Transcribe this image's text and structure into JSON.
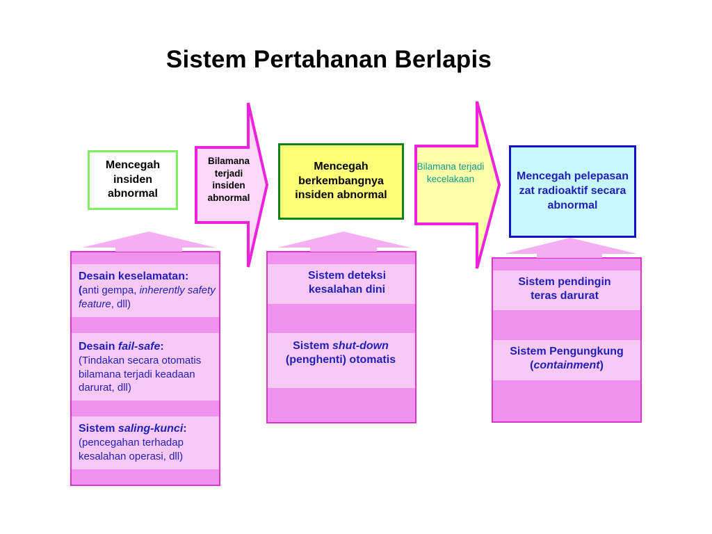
{
  "title": "Sistem Pertahanan Berlapis",
  "boxes": {
    "box1": "Mencegah insiden abnormal",
    "box2": "Mencegah berkembangnya insiden abnormal",
    "box3": "Mencegah pelepasan zat radioaktif secara abnormal"
  },
  "arrows": {
    "arrow1": "Bilamana terjadi insiden abnormal",
    "arrow2": "Bilamana terjadi kecelakaan"
  },
  "col1": {
    "item1_head": "Desain keselamatan:",
    "item1_open": "(",
    "item1_a": "anti gempa, ",
    "item1_b": "inherently safety feature",
    "item1_c": ", dll)",
    "item2_head_a": "Desain ",
    "item2_head_b": "fail-safe",
    "item2_head_c": ":",
    "item2_desc": "(Tindakan secara otomatis bilamana terjadi keadaan darurat, dll)",
    "item3_head_a": "Sistem ",
    "item3_head_b": "saling-kunci",
    "item3_head_c": ":",
    "item3_desc": "(pencegahan terhadap kesalahan operasi, dll)"
  },
  "col2": {
    "item1": "Sistem deteksi kesalahan dini",
    "item2_a": "Sistem ",
    "item2_b": "shut-down",
    "item2_c": "(penghenti) otomatis"
  },
  "col3": {
    "item1": "Sistem pendingin teras darurat",
    "item2_a": "Sistem Pengungkung",
    "item2_b": "(",
    "item2_c": "containment",
    "item2_d": ")"
  },
  "colors": {
    "title": "#000000",
    "column_fill": "#f093ef",
    "band_fill": "#f9c9f6",
    "text_blue": "#1f1fb8",
    "box1_border": "#80f060",
    "box2_fill": "#ffff77",
    "box2_border": "#11801e",
    "box3_fill": "#c8f8fc",
    "box3_border": "#1212cc",
    "arrow1_border": "#ee22dd",
    "arrow1_fill": "#fcd8fa",
    "arrow2_border": "#ee22dd",
    "arrow2_fill": "#ffffaa",
    "arrow2_text": "#129a8e"
  }
}
